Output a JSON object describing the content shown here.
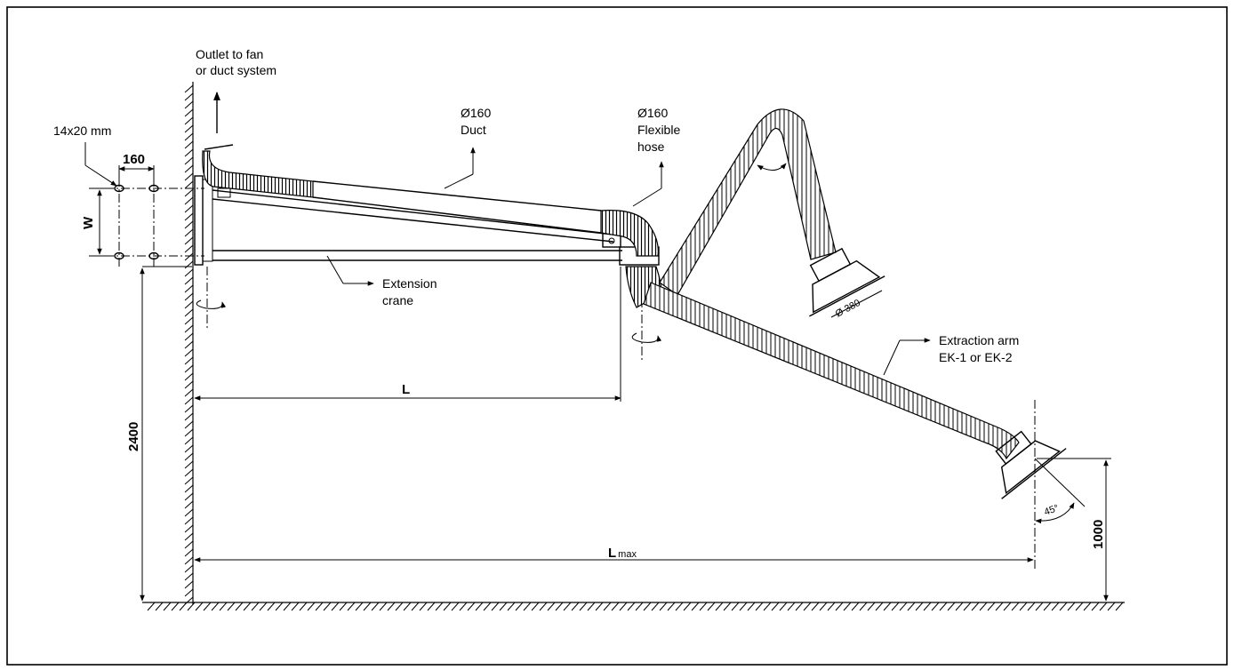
{
  "labels": {
    "outlet_line1": "Outlet to fan",
    "outlet_line2": "or duct system",
    "bolt": "14x20 mm",
    "duct_dia": "Ø160",
    "duct": "Duct",
    "hose_dia": "Ø160",
    "hose_line1": "Flexible",
    "hose_line2": "hose",
    "crane_line1": "Extension",
    "crane_line2": "crane",
    "arm_line1": "Extraction arm",
    "arm_line2": "EK-1 or EK-2",
    "hood_dia": "Ø 380",
    "angle": "45°"
  },
  "dimensions": {
    "bolt_spacing": "160",
    "width": "W",
    "length": "L",
    "lmax_main": "L",
    "lmax_sub": "max",
    "mount_height": "2400",
    "hood_height": "1000"
  },
  "colors": {
    "line": "#000000",
    "background": "#ffffff"
  }
}
